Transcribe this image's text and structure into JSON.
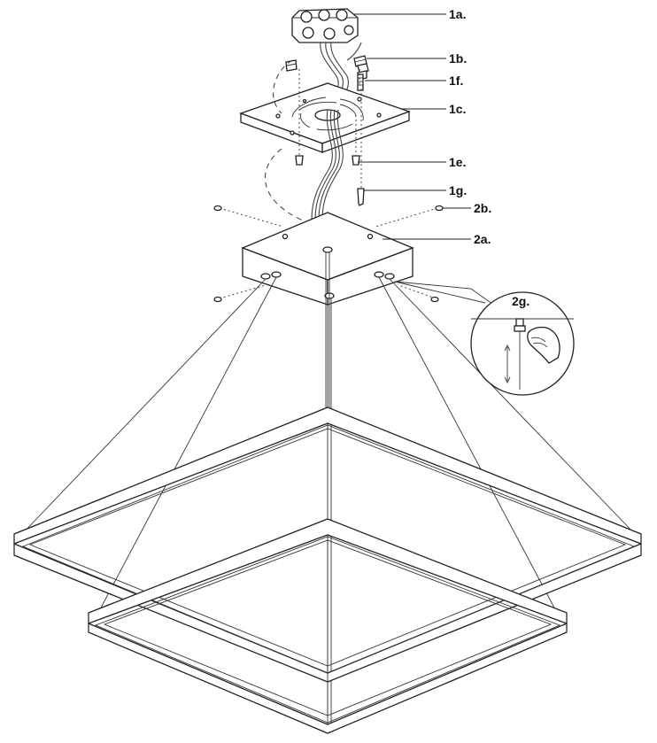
{
  "labels": {
    "junction_box": "1a.",
    "wire_connectors": "1b.",
    "mounting_plate": "1c.",
    "plate_screws": "1e.",
    "ceiling_screws": "1f.",
    "ground_screw": "1g.",
    "canopy_screws": "2b.",
    "canopy": "2a.",
    "cable_gripper": "2g."
  },
  "colors": {
    "line": "#222222",
    "background": "#ffffff"
  }
}
